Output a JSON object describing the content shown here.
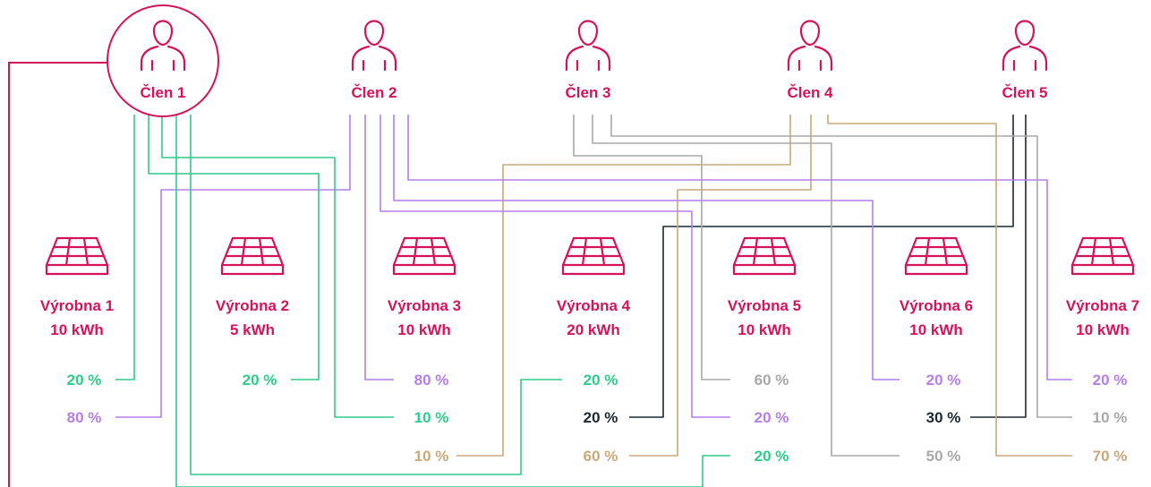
{
  "colors": {
    "brand": "#d4145a",
    "green": "#2ecc8a",
    "purple": "#b57ee8",
    "navy": "#1c2833",
    "tan": "#c9a97a",
    "gray": "#a8a8a8"
  },
  "members": [
    {
      "name": "Člen 1",
      "icon": "person-icon",
      "highlighted": true
    },
    {
      "name": "Člen 2",
      "icon": "person-icon",
      "highlighted": false
    },
    {
      "name": "Člen 3",
      "icon": "person-icon",
      "highlighted": false
    },
    {
      "name": "Člen 4",
      "icon": "person-icon",
      "highlighted": false
    },
    {
      "name": "Člen 5",
      "icon": "person-icon",
      "highlighted": false
    }
  ],
  "plants": [
    {
      "name": "Výrobna 1",
      "capacity": "10 kWh",
      "icon": "solar-panel-icon"
    },
    {
      "name": "Výrobna 2",
      "capacity": "5 kWh",
      "icon": "solar-panel-icon"
    },
    {
      "name": "Výrobna 3",
      "capacity": "10 kWh",
      "icon": "solar-panel-icon"
    },
    {
      "name": "Výrobna 4",
      "capacity": "20 kWh",
      "icon": "solar-panel-icon"
    },
    {
      "name": "Výrobna 5",
      "capacity": "10 kWh",
      "icon": "solar-panel-icon"
    },
    {
      "name": "Výrobna 6",
      "capacity": "10 kWh",
      "icon": "solar-panel-icon"
    },
    {
      "name": "Výrobna 7",
      "capacity": "10 kWh",
      "icon": "solar-panel-icon"
    }
  ],
  "allocations": [
    {
      "plant": 1,
      "member": 1,
      "text": "20 %",
      "color": "green"
    },
    {
      "plant": 1,
      "member": 2,
      "text": "80 %",
      "color": "purple"
    },
    {
      "plant": 2,
      "member": 1,
      "text": "20 %",
      "color": "green"
    },
    {
      "plant": 3,
      "member": 2,
      "text": "80 %",
      "color": "purple"
    },
    {
      "plant": 3,
      "member": 1,
      "text": "10 %",
      "color": "green"
    },
    {
      "plant": 3,
      "member": 4,
      "text": "10 %",
      "color": "tan"
    },
    {
      "plant": 4,
      "member": 1,
      "text": "20 %",
      "color": "green"
    },
    {
      "plant": 4,
      "member": 5,
      "text": "20 %",
      "color": "navy"
    },
    {
      "plant": 4,
      "member": 4,
      "text": "60 %",
      "color": "tan"
    },
    {
      "plant": 5,
      "member": 3,
      "text": "60 %",
      "color": "gray"
    },
    {
      "plant": 5,
      "member": 2,
      "text": "20 %",
      "color": "purple"
    },
    {
      "plant": 5,
      "member": 1,
      "text": "20 %",
      "color": "green"
    },
    {
      "plant": 6,
      "member": 2,
      "text": "20 %",
      "color": "purple"
    },
    {
      "plant": 6,
      "member": 5,
      "text": "30 %",
      "color": "navy"
    },
    {
      "plant": 6,
      "member": 3,
      "text": "50 %",
      "color": "gray"
    },
    {
      "plant": 7,
      "member": 2,
      "text": "20 %",
      "color": "purple"
    },
    {
      "plant": 7,
      "member": 3,
      "text": "10 %",
      "color": "gray"
    },
    {
      "plant": 7,
      "member": 4,
      "text": "70 %",
      "color": "tan"
    }
  ]
}
